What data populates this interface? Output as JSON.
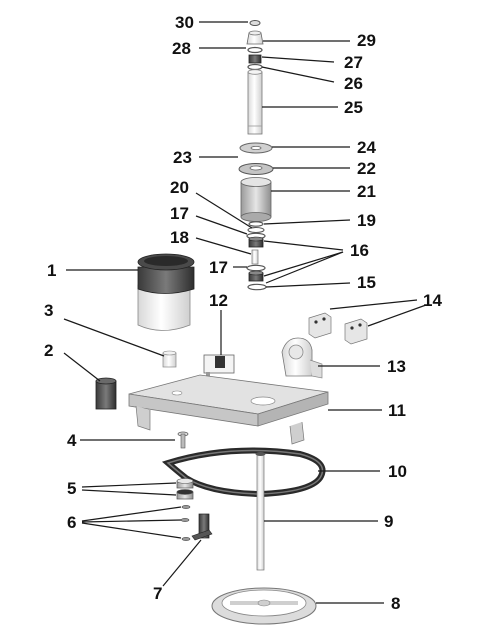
{
  "diagram": {
    "labels": {
      "l1": "1",
      "l2": "2",
      "l3": "3",
      "l4": "4",
      "l5": "5",
      "l6": "6",
      "l7": "7",
      "l8": "8",
      "l9": "9",
      "l10": "10",
      "l11": "11",
      "l12": "12",
      "l13": "13",
      "l14": "14",
      "l15": "15",
      "l16": "16",
      "l17a": "17",
      "l17b": "17",
      "l18": "18",
      "l19": "19",
      "l20": "20",
      "l21": "21",
      "l22": "22",
      "l23": "23",
      "l24": "24",
      "l25": "25",
      "l26": "26",
      "l27": "27",
      "l28": "28",
      "l29": "29",
      "l30": "30"
    }
  }
}
